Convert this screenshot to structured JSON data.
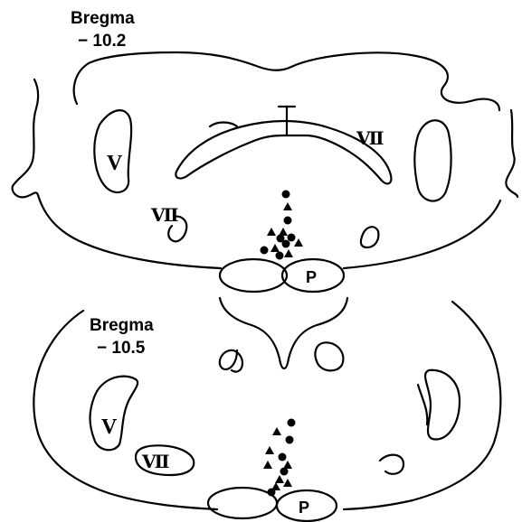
{
  "sections": [
    {
      "title_line1": "Bregma",
      "title_line2": "− 10.2",
      "label_v": "V",
      "label_vii_a": "Ⅶ",
      "label_vii_b": "Ⅶ",
      "label_p": "P"
    },
    {
      "title_line1": "Bregma",
      "title_line2": "− 10.5",
      "label_v": "V",
      "label_vii": "Ⅶ",
      "label_p": "P"
    }
  ],
  "marker_legend": {
    "circle": "filled-circle-marker",
    "triangle": "filled-triangle-marker"
  },
  "colors": {
    "ink": "#000000",
    "background": "#ffffff"
  }
}
